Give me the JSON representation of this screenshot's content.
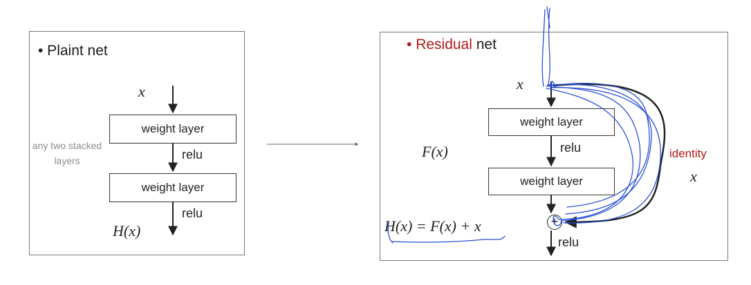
{
  "plain": {
    "title": "• Plaint net",
    "input": "x",
    "layer1": "weight layer",
    "relu1": "relu",
    "layer2": "weight layer",
    "relu2": "relu",
    "output": "H(x)",
    "side_note": "any two stacked layers"
  },
  "residual": {
    "title_bullet": "• ",
    "title_accent": "Residual",
    "title_rest": " net",
    "input": "x",
    "layer1": "weight layer",
    "relu1": "relu",
    "layer2": "weight layer",
    "relu2": "relu",
    "function_label": "F(x)",
    "equation": "H(x) = F(x) + x",
    "identity_label": "identity",
    "identity_x": "x",
    "adder_symbol": "+"
  },
  "colors": {
    "accent_red": "#b01818",
    "annotation_blue": "#2a4fd6",
    "note_gray": "#8c8c8c"
  }
}
